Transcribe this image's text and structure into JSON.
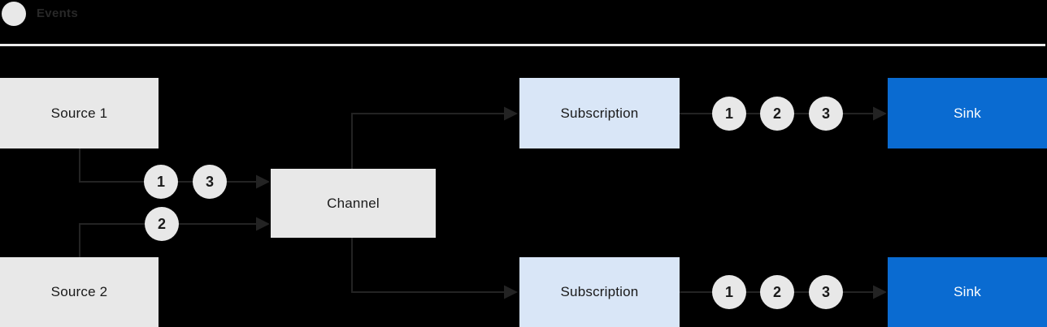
{
  "legend": {
    "label": "Events"
  },
  "nodes": {
    "source1": {
      "label": "Source 1"
    },
    "source2": {
      "label": "Source 2"
    },
    "channel": {
      "label": "Channel"
    },
    "subscription_top": {
      "label": "Subscription"
    },
    "subscription_bottom": {
      "label": "Subscription"
    },
    "sink_top": {
      "label": "Sink"
    },
    "sink_bottom": {
      "label": "Sink"
    }
  },
  "event_markers": {
    "source1_to_channel": [
      "1",
      "3"
    ],
    "source2_to_channel": [
      "2"
    ],
    "subscription_top_to_sink": [
      "1",
      "2",
      "3"
    ],
    "subscription_bottom_to_sink": [
      "1",
      "2",
      "3"
    ]
  },
  "colors": {
    "background": "#000000",
    "node_gray": "#e8e8e8",
    "subscription_blue": "#d9e6f7",
    "sink_blue": "#0a6bd1",
    "wire": "#232323",
    "divider": "#ebebeb",
    "legend_text": "#282828",
    "text_dark": "#1a1a1a",
    "text_light": "#ffffff"
  }
}
